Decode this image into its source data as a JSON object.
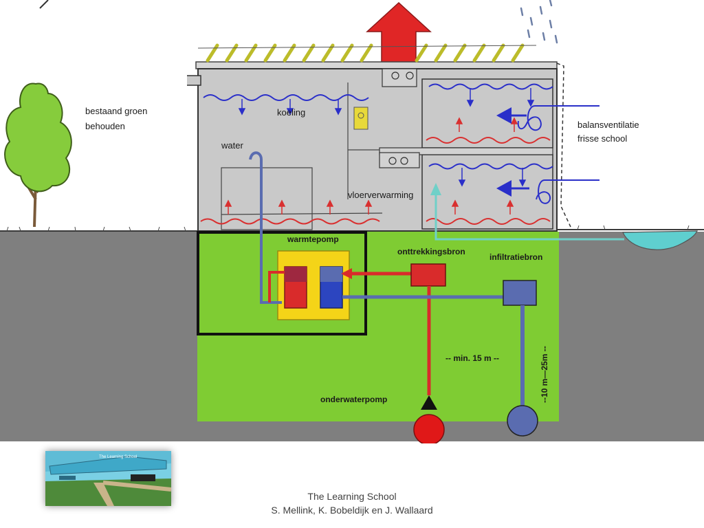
{
  "diagram": {
    "labels": {
      "tree_note_line1": "bestaand groen",
      "tree_note_line2": "behouden",
      "cooling": "koeling",
      "water": "water",
      "floor_heating": "vloerverwarming",
      "ventilation_line1": "balansventilatie",
      "ventilation_line2": "frisse school",
      "heat_pump": "warmtepomp",
      "extraction_source": "onttrekkingsbron",
      "infiltration_source": "infiltratiebron",
      "distance_horizontal": "-- min. 15 m --",
      "depth": "--10 m—25m --",
      "submersible_pump": "onderwaterpomp"
    },
    "colors": {
      "ground": "#7f7f7f",
      "soil_green": "#7fcc33",
      "building_fill": "#c9c9c9",
      "supply_red": "#d92b2b",
      "return_blue": "#5a6cb0",
      "heat_pump_yellow": "#f4d418",
      "cool_air_blue": "#2a2fc9",
      "fresh_air_teal": "#66cccc"
    }
  },
  "footer": {
    "thumbnail_label": "The Learning School",
    "caption_line1": "The Learning School",
    "caption_line2": "S. Mellink, K. Bobeldijk en J. Wallaard"
  }
}
